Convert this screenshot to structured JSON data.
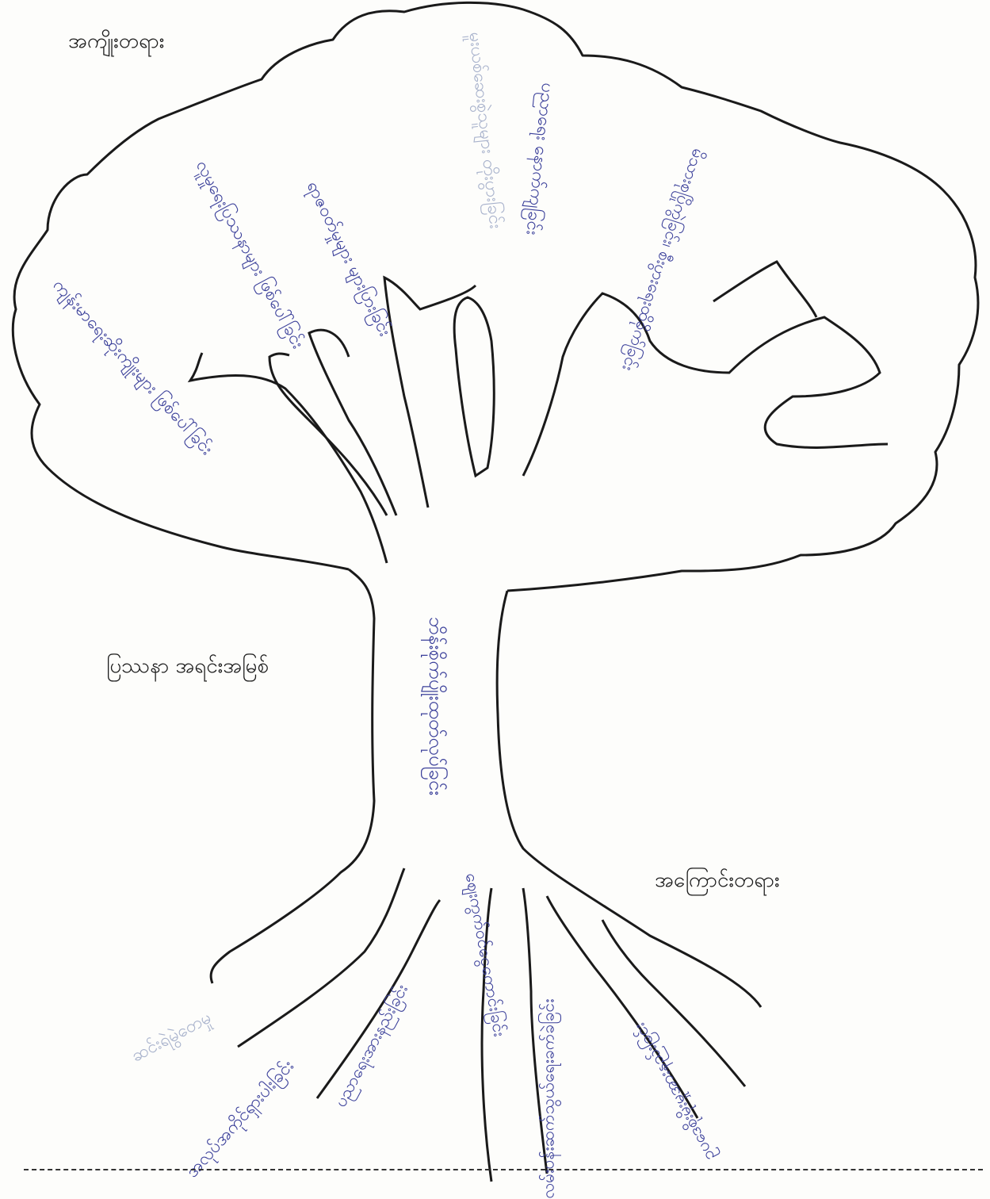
{
  "labels": {
    "effects": "အကျိုးတရား",
    "core_problem": "ပြဿနာ အရင်းအမြစ်",
    "causes": "အကြောင်းတရား"
  },
  "trunk": {
    "text": "ဘိန်းစိုက်ပျိုးထုတ်လုပ်ခြင်း"
  },
  "branches": [
    "ကျန်းမာရေးဆိုးကျိုးများ ဖြစ်ပေါ်ခြင်း",
    "လူမှုရေးပြဿနာများ ဖြစ်ပေါ်ခြင်း",
    "ရာဇဝတ်မှုများ များပြားခြင်း",
    "မူးယစ်ဆေးစွဲသူများ တိုးပွားခြင်း",
    "ပညာရေး နောက်ကျခြင်း",
    "မိသားစုပြိုကွဲခြင်း၊ စီးပွားရေးထိခိုက်ခြင်း"
  ],
  "roots": [
    "ဆင်းရဲမွဲတေမှု",
    "အလုပ်အကိုင်ရှားပါးခြင်း",
    "ပညာရေးအားနည်းခြင်း",
    "လမ်းပန်းဆက်သွယ်ရေးခက်ခဲခြင်း",
    "ဥပဒေစိုးမိုးမှုအားနည်းခြင်း",
    "ဈေးကွက်ဝင်ငွေကောင်းခြင်း"
  ],
  "colors": {
    "ink": "#1a1a1a",
    "pen": "#3a3f9a",
    "correction": "#9aa6c4"
  }
}
